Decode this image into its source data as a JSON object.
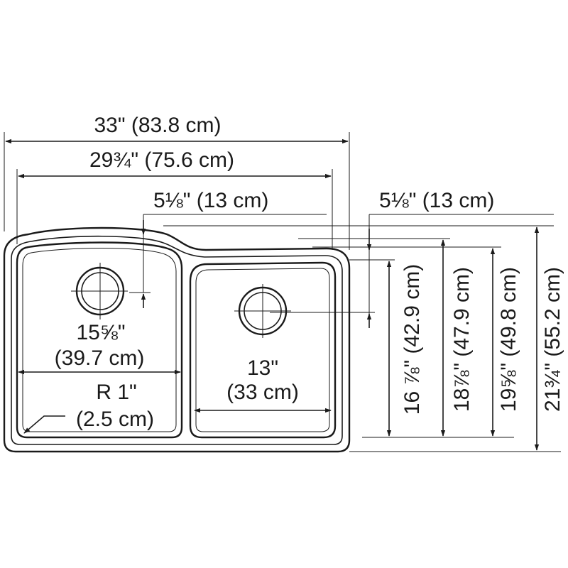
{
  "overall_width": "33\" (83.8 cm)",
  "inner_width": "29¾\" (75.6 cm)",
  "left_drain_offset": "5⅛\"   (13 cm)",
  "right_drain_offset": "5⅛\"   (13 cm)",
  "left_bowl_width_in": "15⅝\"",
  "left_bowl_width_cm": "(39.7 cm)",
  "corner_radius_in": "R 1\"",
  "corner_radius_cm": "(2.5 cm)",
  "right_bowl_width_in": "13\"",
  "right_bowl_width_cm": "(33 cm)",
  "depth_1": "16 ⅞\" (42.9 cm)",
  "depth_2": "18⅞\" (47.9 cm)",
  "depth_3": "19⅝\" (49.8 cm)",
  "depth_4": "21¾\" (55.2 cm)"
}
